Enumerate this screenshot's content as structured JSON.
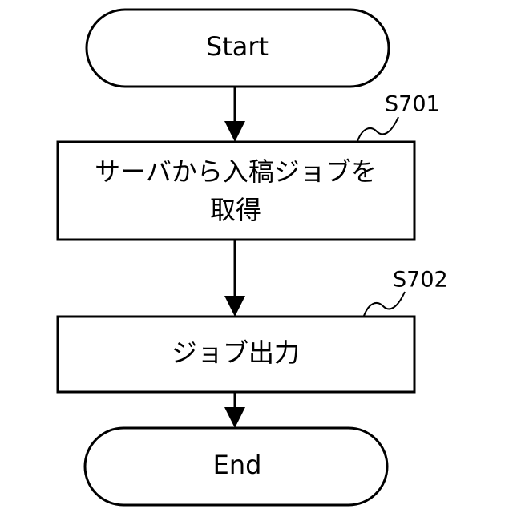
{
  "nodes": {
    "start": {
      "label": "Start"
    },
    "s701": {
      "line1": "サーバから入稿ジョブを",
      "line2": "取得",
      "step": "S701"
    },
    "s702": {
      "label": "ジョブ出力",
      "step": "S702"
    },
    "end": {
      "label": "End"
    }
  },
  "colors": {
    "stroke": "#000000",
    "background": "#ffffff"
  }
}
